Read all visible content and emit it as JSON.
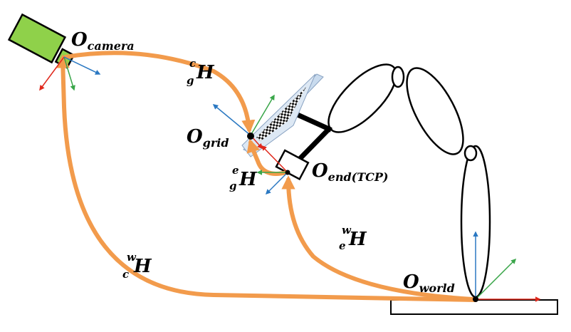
{
  "frames": {
    "camera": {
      "base": "O",
      "sub": "camera"
    },
    "grid": {
      "base": "O",
      "sub": "grid"
    },
    "end": {
      "base": "O",
      "sub": "end(TCP)"
    },
    "world": {
      "base": "O",
      "sub": "world"
    }
  },
  "transforms": {
    "cam_grid": {
      "main": "H",
      "sup": "c",
      "sub": "g"
    },
    "end_grid": {
      "main": "H",
      "sup": "e",
      "sub": "g"
    },
    "world_cam": {
      "main": "H",
      "sup": "w",
      "sub": "c"
    },
    "world_end": {
      "main": "H",
      "sup": "w",
      "sub": "e"
    }
  },
  "colors": {
    "path": "#f29b4c",
    "axis_x": "#e0281c",
    "axis_y": "#3aa64a",
    "axis_z": "#2a78c2",
    "camera_body": "#8fd14a",
    "grid_plate": "#c9dbee"
  }
}
